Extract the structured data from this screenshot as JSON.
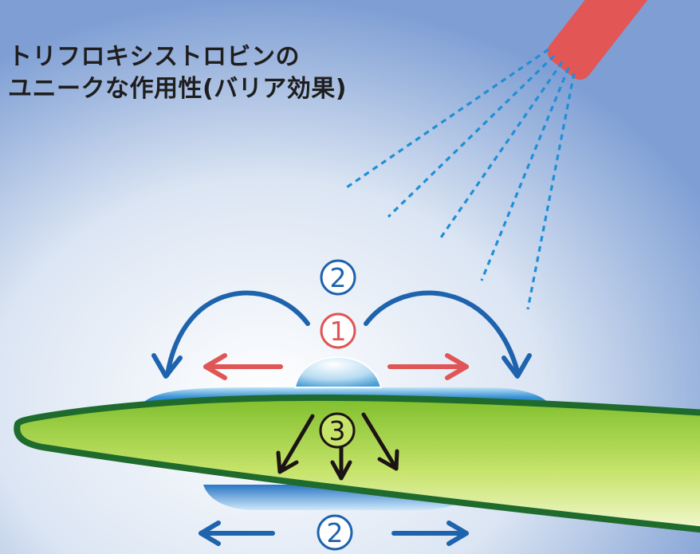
{
  "title": {
    "line1": "トリフロキシストロビンの",
    "line2": "ユニークな作用性(バリア効果)"
  },
  "markers": {
    "label_1": "1",
    "label_2_top": "2",
    "label_3": "3",
    "label_2_bottom": "2"
  },
  "colors": {
    "sky_blue": "#7f9fd4",
    "sprayer_red": "#e25656",
    "spray_dots": "#1f8fd6",
    "arrow_blue": "#1e63ad",
    "arrow_red": "#e05555",
    "arrow_dark": "#1c1414",
    "leaf_dark": "#1f6b2e",
    "leaf_light": "#9acd3a",
    "circle_red": "#e05555",
    "circle_blue": "#1e63ad",
    "circle_dark": "#1c1414"
  }
}
